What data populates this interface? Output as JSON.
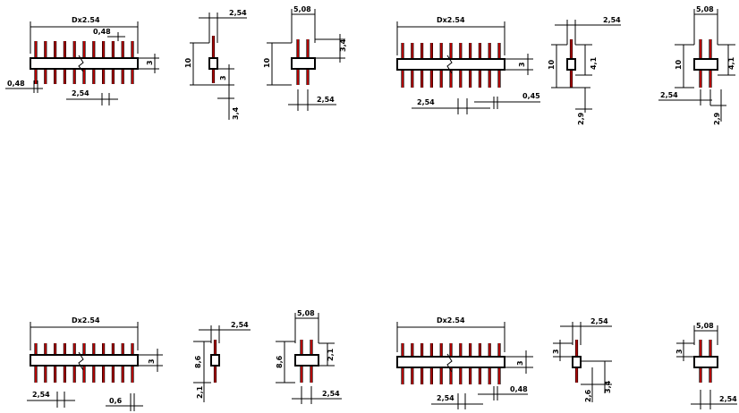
{
  "colors": {
    "pin_inner": "#b00000",
    "lines": "#000000",
    "background": "#ffffff"
  },
  "panels": [
    {
      "id": "top-left-group",
      "front": {
        "length_label": "Dx2.54",
        "pitch": "2,54",
        "pin_width": "0,48",
        "offset": "0,48",
        "height": "3"
      },
      "side": {
        "pitch": "2,54",
        "total": "10",
        "body": "3",
        "tail": "3,4"
      },
      "end": {
        "width": "5,08",
        "total": "10",
        "top": "3,4",
        "pitch": "2,54"
      }
    },
    {
      "id": "top-right-group",
      "front": {
        "length_label": "Dx2.54",
        "pitch": "2,54",
        "pin_width": "0,45",
        "height": "3"
      },
      "side": {
        "pitch": "2,54",
        "total": "10",
        "upper": "4,1",
        "tail": "2,9"
      },
      "end": {
        "width": "5,08",
        "total": "10",
        "upper": "4,1",
        "pitch": "2,54",
        "tail": "2,9"
      }
    },
    {
      "id": "bottom-left-group",
      "front": {
        "length_label": "Dx2.54",
        "pitch": "2,54",
        "pin_width": "0,6",
        "height": "3"
      },
      "side": {
        "pitch": "2,54",
        "total": "8,6",
        "tail": "2,1"
      },
      "end": {
        "width": "5,08",
        "total": "8,6",
        "upper": "2,1",
        "pitch": "2,54"
      }
    },
    {
      "id": "bottom-right-group",
      "front": {
        "length_label": "Dx2.54",
        "pitch": "2,54",
        "pin_width": "0,48",
        "height": "3"
      },
      "side": {
        "pitch": "2,54",
        "top": "3",
        "tail_a": "2,6",
        "tail_b": "3,4"
      },
      "end": {
        "width": "5,08",
        "top": "3",
        "pitch": "2,54"
      }
    }
  ]
}
